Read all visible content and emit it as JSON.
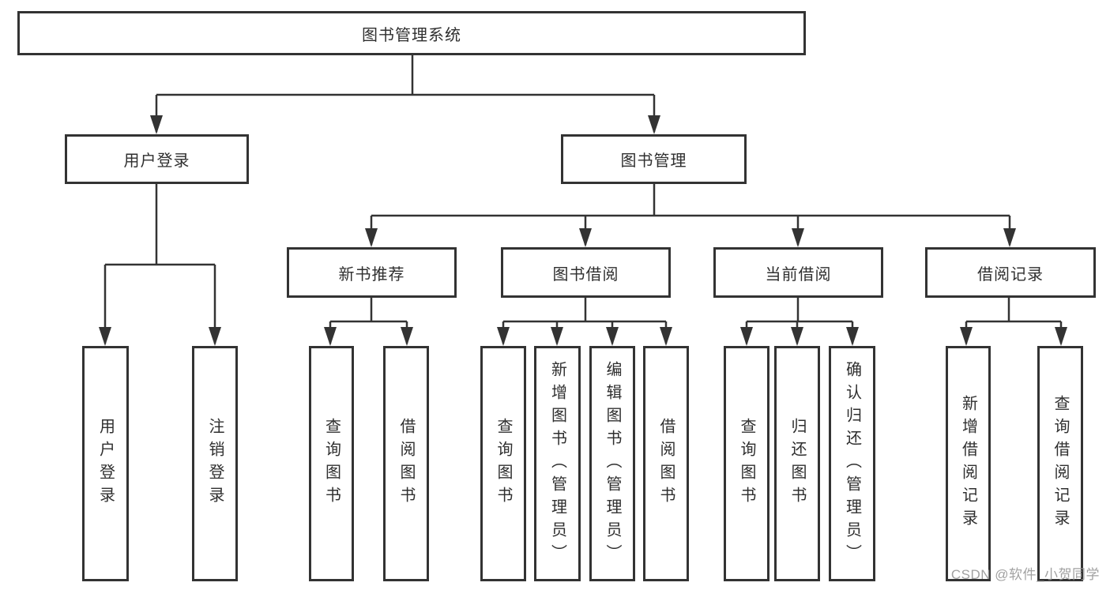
{
  "diagram": {
    "root": {
      "label": "图书管理系统"
    },
    "branches": [
      {
        "label": "用户登录",
        "leaves": [
          {
            "label": "用户登录"
          },
          {
            "label": "注销登录"
          }
        ]
      },
      {
        "label": "图书管理",
        "children": [
          {
            "label": "新书推荐",
            "leaves": [
              {
                "label": "查询图书"
              },
              {
                "label": "借阅图书"
              }
            ]
          },
          {
            "label": "图书借阅",
            "leaves": [
              {
                "label": "查询图书"
              },
              {
                "label": "新增图书（管理员）"
              },
              {
                "label": "编辑图书（管理员）"
              },
              {
                "label": "借阅图书"
              }
            ]
          },
          {
            "label": "当前借阅",
            "leaves": [
              {
                "label": "查询图书"
              },
              {
                "label": "归还图书"
              },
              {
                "label": "确认归还（管理员）"
              }
            ]
          },
          {
            "label": "借阅记录",
            "leaves": [
              {
                "label": "新增借阅记录"
              },
              {
                "label": "查询借阅记录"
              }
            ]
          }
        ]
      }
    ]
  },
  "watermark": {
    "text": "CSDN @软件_小贺同学"
  },
  "colors": {
    "line": "#333333",
    "box_border": "#333333",
    "text": "#2f2f2f",
    "background": "#ffffff",
    "watermark": "#949494"
  }
}
